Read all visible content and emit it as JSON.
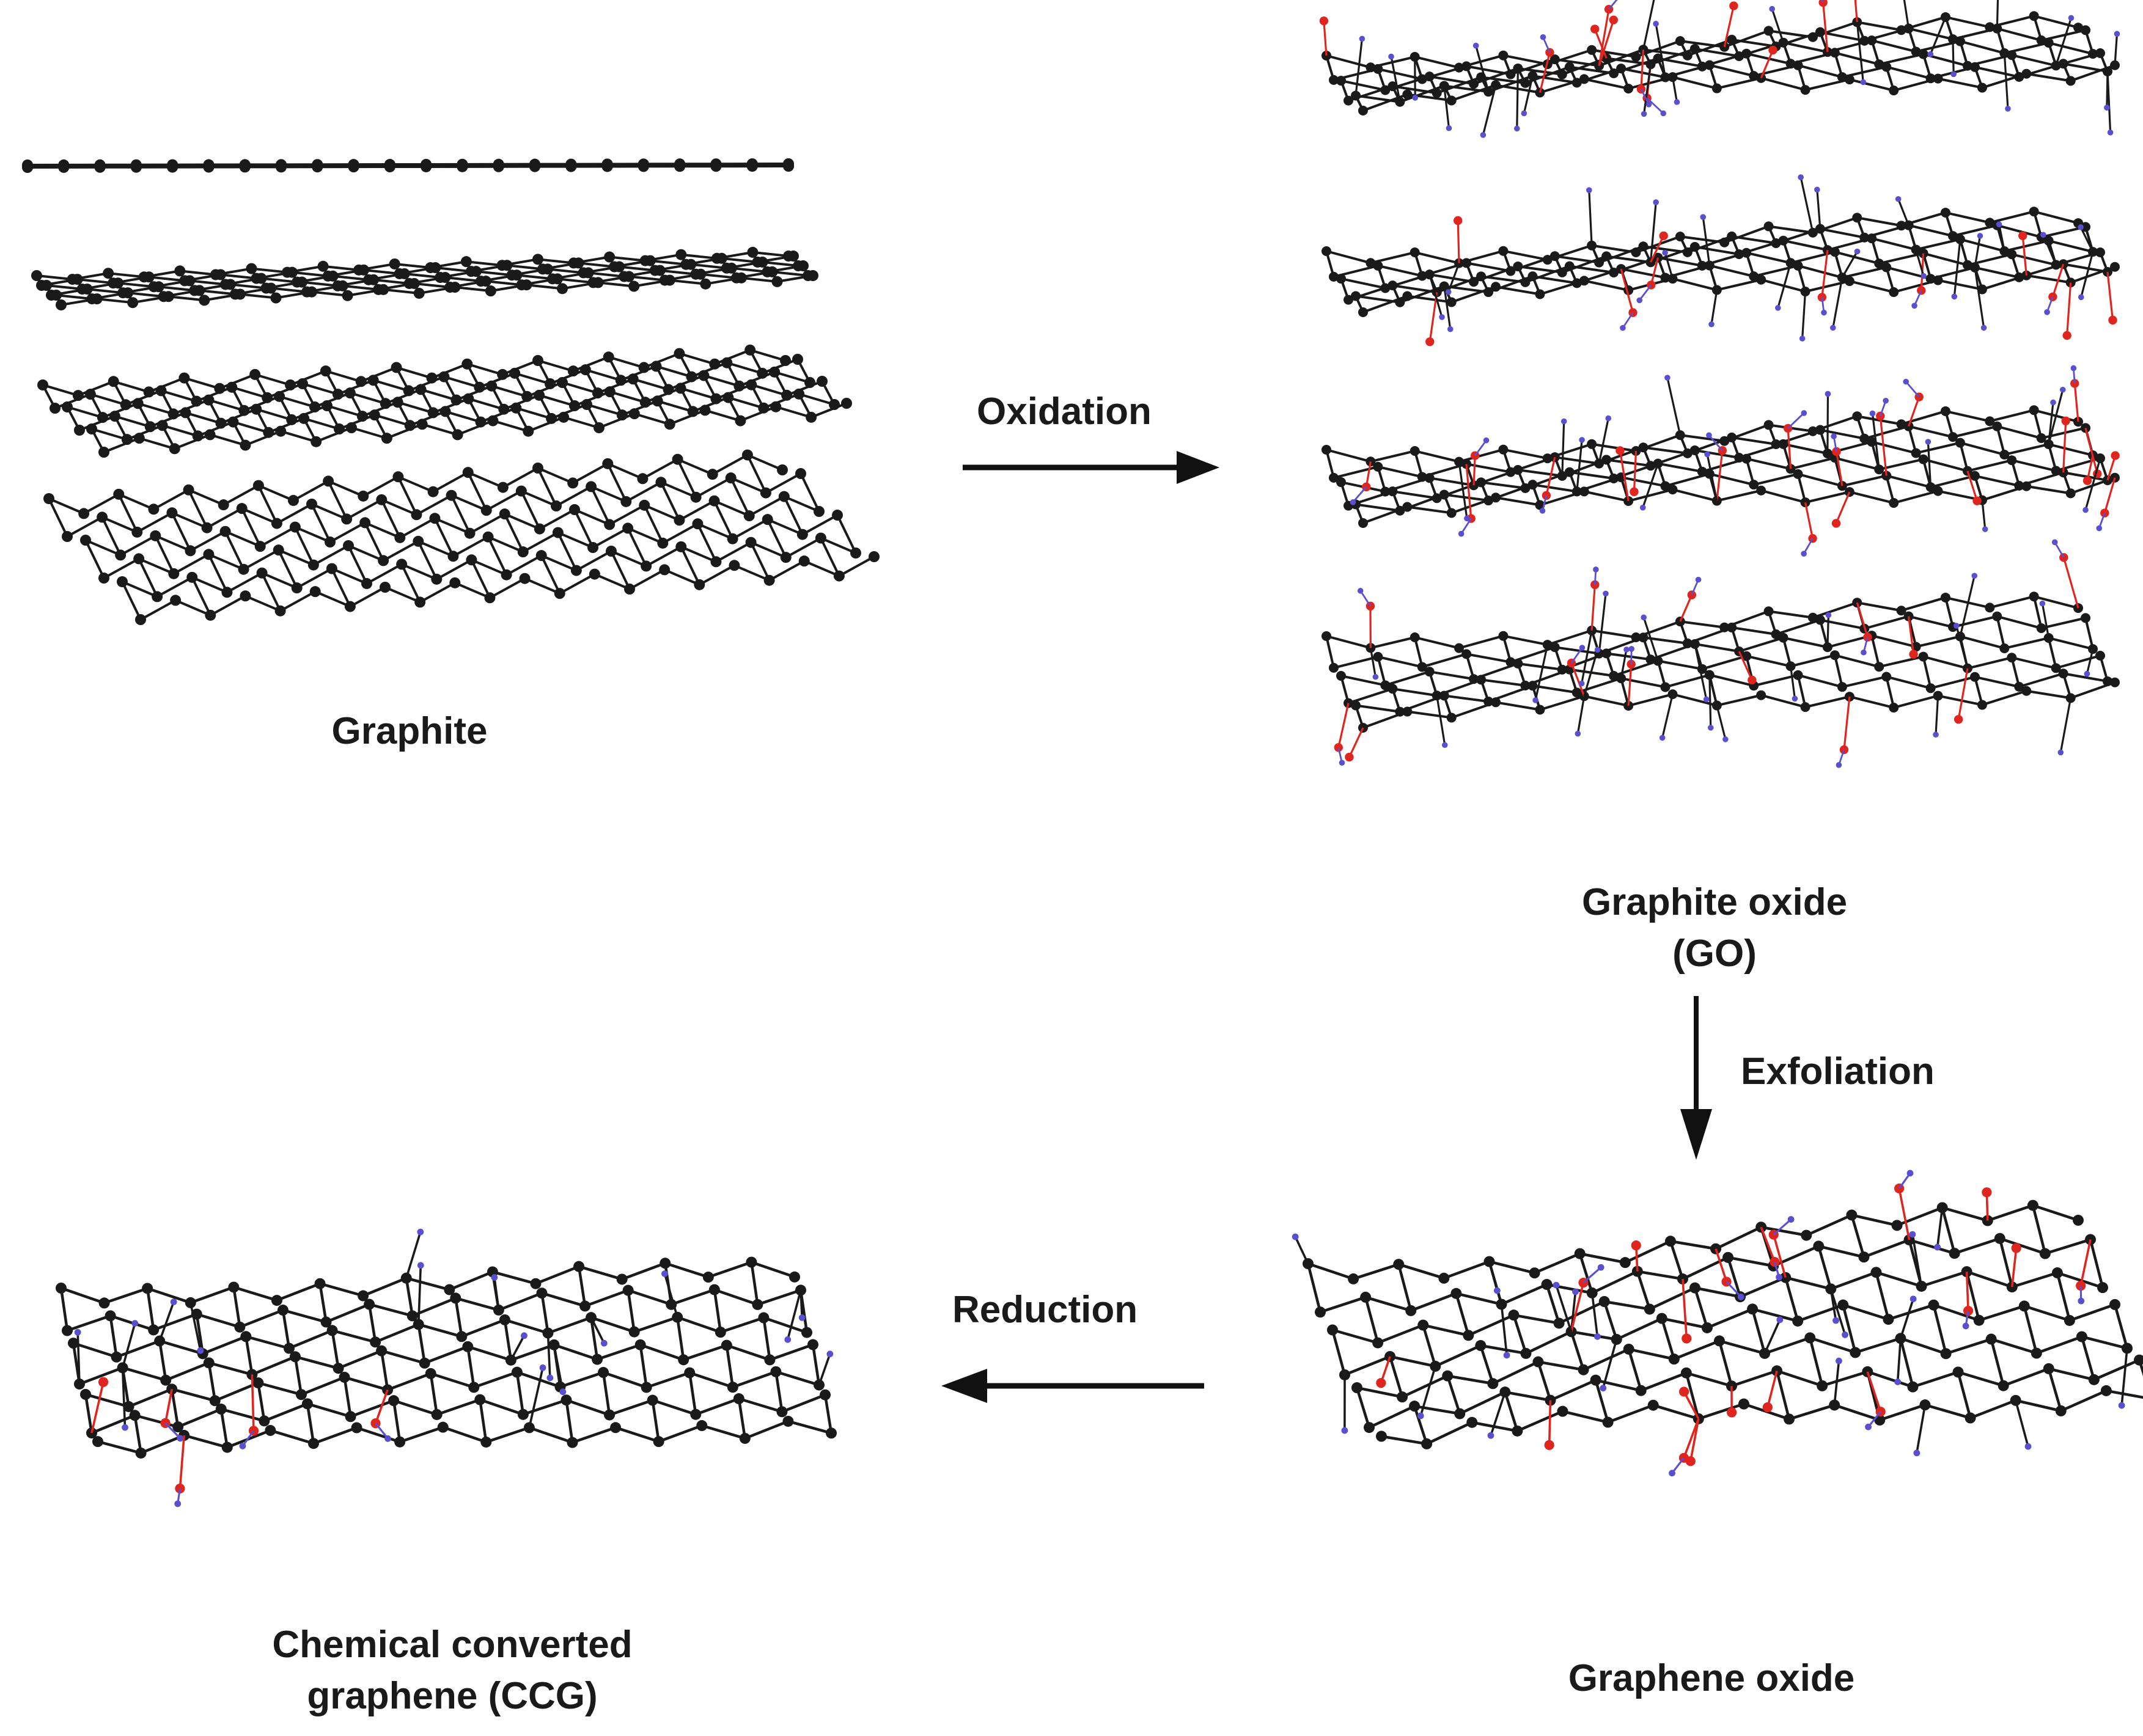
{
  "labels": {
    "graphite": "Graphite",
    "graphite_oxide_line1": "Graphite oxide",
    "graphite_oxide_line2": "(GO)",
    "graphene_oxide": "Graphene oxide",
    "ccg_line1": "Chemical converted",
    "ccg_line2": "graphene (CCG)"
  },
  "steps": {
    "oxidation": "Oxidation",
    "exfoliation": "Exfoliation",
    "reduction": "Reduction"
  },
  "colors": {
    "carbon": "#1a1a1a",
    "oxygen": "#e0241e",
    "hydrogen": "#5a4fcf",
    "arrow": "#111111"
  }
}
